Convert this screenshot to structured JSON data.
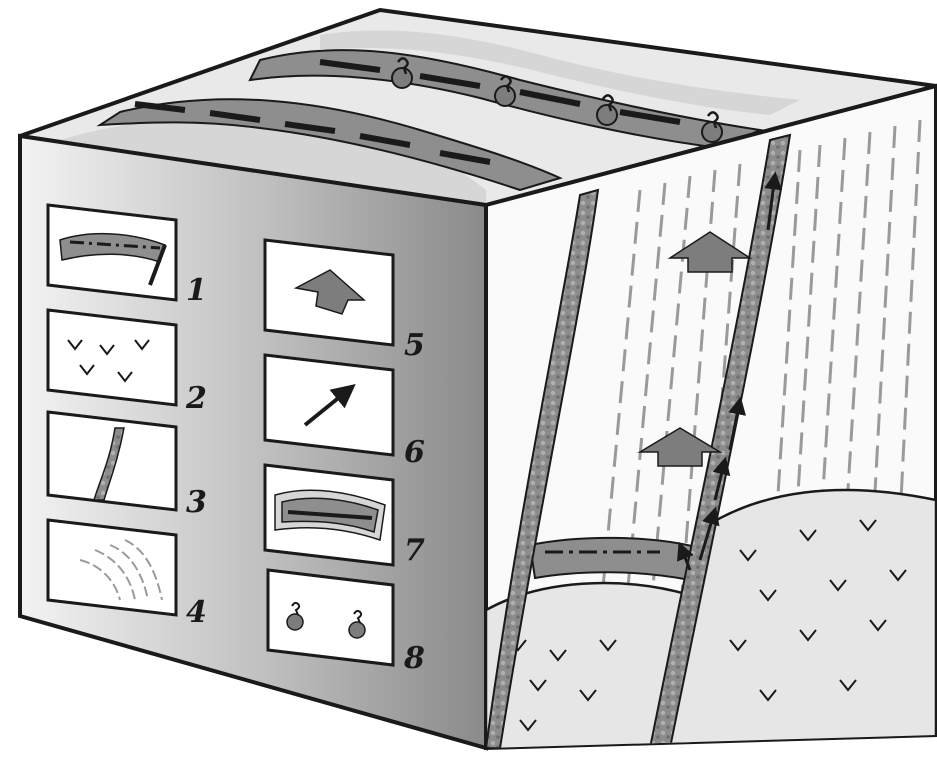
{
  "legend": {
    "items": [
      {
        "number": "1"
      },
      {
        "number": "2"
      },
      {
        "number": "3"
      },
      {
        "number": "4"
      },
      {
        "number": "5"
      },
      {
        "number": "6"
      },
      {
        "number": "7"
      },
      {
        "number": "8"
      }
    ]
  },
  "colors": {
    "outline": "#1a1a1a",
    "front_face_light": "#f2f2f2",
    "front_face_dark": "#8a8a8a",
    "band_dark": "#8e8e8e",
    "band_light": "#d6d6d6",
    "rock_fill": "#e6e6e6",
    "arrow_fill": "#7d7d7d"
  }
}
